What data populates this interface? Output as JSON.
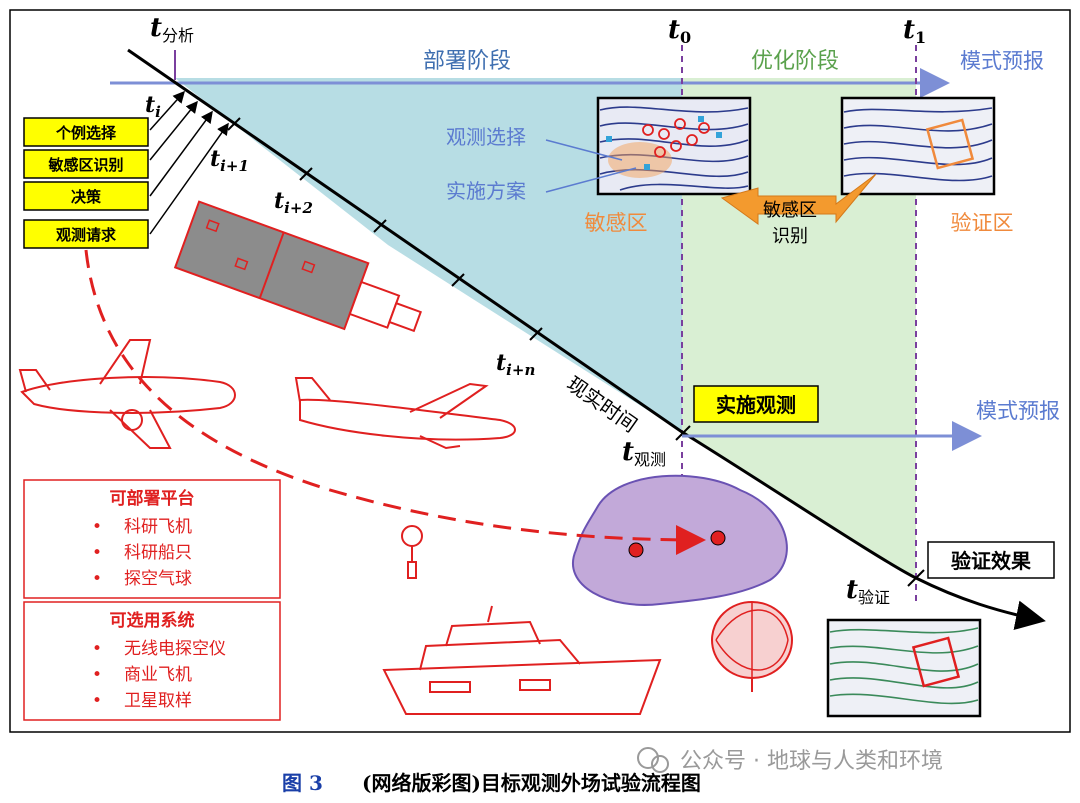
{
  "time_labels": {
    "t_analysis": {
      "base": "t",
      "sub": "分析"
    },
    "t0": {
      "base": "t",
      "sub": "0"
    },
    "t1": {
      "base": "t",
      "sub": "1"
    },
    "ti": {
      "base": "t",
      "sub": "i"
    },
    "ti1": {
      "base": "t",
      "sub": "i+1"
    },
    "ti2": {
      "base": "t",
      "sub": "i+2"
    },
    "tin": {
      "base": "t",
      "sub": "i+n"
    },
    "t_obs": {
      "base": "t",
      "sub": "观测"
    },
    "t_verify": {
      "base": "t",
      "sub": "验证"
    }
  },
  "phases": {
    "deploy": "部署阶段",
    "optimize": "优化阶段",
    "forecast_top": "模式预报",
    "forecast_mid": "模式预报"
  },
  "steps": [
    "个例选择",
    "敏感区识别",
    "决策",
    "观测请求"
  ],
  "map_annotations": {
    "obs_selection": "观测选择",
    "plan": "实施方案",
    "sensitive_area": "敏感区",
    "sensitive_id_line1": "敏感区",
    "sensitive_id_line2": "识别",
    "verify_area": "验证区"
  },
  "timeline_label": "现实时间",
  "boxes": {
    "implement": "实施观测",
    "verify_effect": "验证效果"
  },
  "platforms": {
    "title": "可部署平台",
    "items": [
      "科研飞机",
      "科研船只",
      "探空气球"
    ]
  },
  "systems": {
    "title": "可选用系统",
    "items": [
      "无线电探空仪",
      "商业飞机",
      "卫星取样"
    ]
  },
  "caption": {
    "fig": "图 3",
    "text": "(网络版彩图)目标观测外场试验流程图"
  },
  "watermark": "公众号 · 地球与人类和环境",
  "colors": {
    "blue_region": "#b7dde4",
    "green_region": "#d9efd3",
    "arrow_blue": "#7d8fd6",
    "phase_blue": "#3f6fb0",
    "phase_green": "#5aa14c",
    "orange": "#f08a3c",
    "red": "#e02020",
    "purple": "#7a3f9e",
    "yellow": "#ffff00"
  }
}
